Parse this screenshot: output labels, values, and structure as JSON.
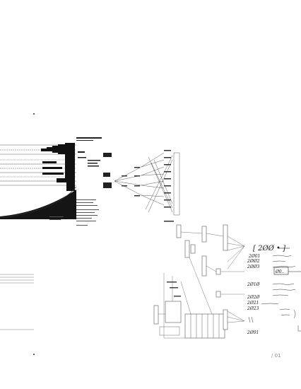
{
  "notes": {
    "header": "[ 2ØØ • ]",
    "codes": [
      "2Ø01",
      "2ØØ2",
      "2ØØ3",
      "2Ø1Ø",
      "2Ø2Ø",
      "2Ø21",
      "2Ø23",
      "2Ø91"
    ],
    "box_label": "Ø0.."
  },
  "page_number": "/ 01"
}
